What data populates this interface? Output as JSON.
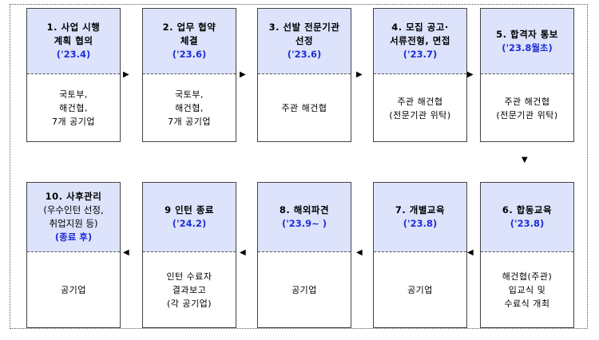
{
  "steps": [
    {
      "title": "1. 사업 시행\n계획 협의",
      "date": "('23.4)",
      "body": "국토부,\n해건협,\n7개 공기업"
    },
    {
      "title": "2. 업무 협약\n체결",
      "date": "('23.6)",
      "body": "국토부,\n해건협,\n7개 공기업"
    },
    {
      "title": "3. 선발 전문기관\n선정",
      "date": "('23.6)",
      "body": "주관 해건협"
    },
    {
      "title": "4. 모집 공고·\n서류전형, 면접",
      "date": "('23.7)",
      "body": "주관 해건협\n(전문기관 위탁)"
    },
    {
      "title": "5. 합격자 통보",
      "date": "('23.8월초)",
      "body": "주관 해건협\n(전문기관 위탁)"
    },
    {
      "title": "6. 합동교육",
      "date": "('23.8)",
      "body": "해건협(주관)\n입교식 및\n수료식 개최"
    },
    {
      "title": "7. 개별교육",
      "date": "('23.8)",
      "body": "공기업"
    },
    {
      "title": "8. 해외파견",
      "date": "('23.9~ )",
      "body": "공기업"
    },
    {
      "title": "9 인턴 종료",
      "date": "('24.2)",
      "body": "인턴 수료자\n결과보고\n(각 공기업)"
    },
    {
      "title": "10. 사후관리",
      "subtitle": "(우수인턴 선정,\n취업지원 등)",
      "date": "(종료 후)",
      "body": "공기업"
    }
  ],
  "arrows": {
    "right": "▶",
    "left": "◀",
    "down": "▼"
  }
}
